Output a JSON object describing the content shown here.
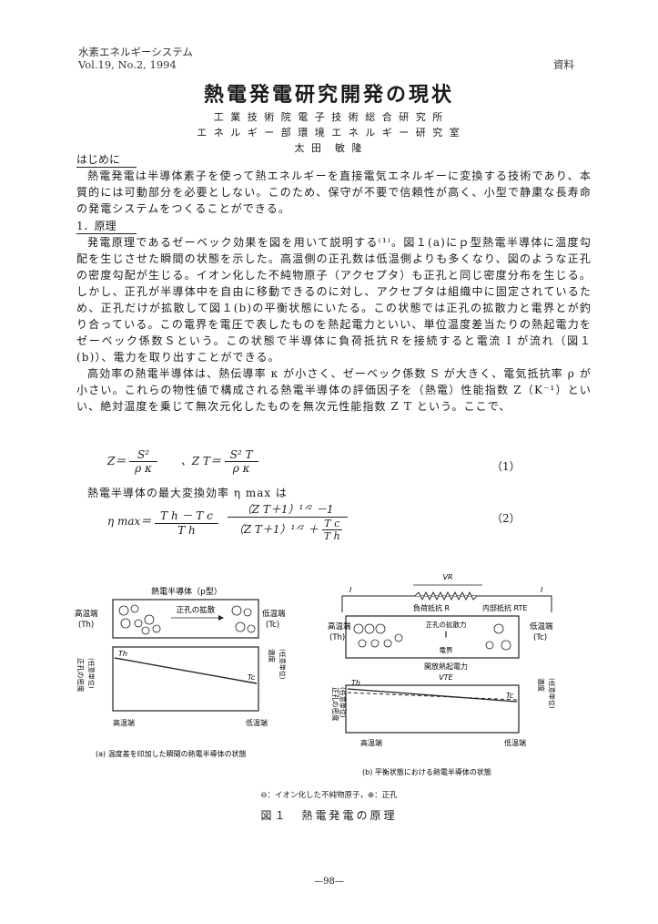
{
  "header": {
    "journal": "水素エネルギーシステム",
    "volume": "Vol.19, No.2, 1994",
    "category": "資料"
  },
  "article": {
    "title": "熱電発電研究開発の現状",
    "affiliation1": "工 業 技 術 院 電 子 技 術 総 合 研 究 所",
    "affiliation2": "エ ネ ル ギ ー 部 環 境 エ ネ ル ギ ー 研 究 室",
    "author": "太 田　敏 隆"
  },
  "intro": {
    "heading": "はじめに",
    "text": "熱電発電は半導体素子を使って熱エネルギーを直接電気エネルギーに変換する技術であり、本質的には可動部分を必要としない。このため、保守が不要で信頼性が高く、小型で静粛な長寿命の発電システムをつくることができる。"
  },
  "principle": {
    "heading": "1．原理",
    "p1": "発電原理であるゼーベック効果を図を用いて説明する⁽¹⁾。図１(a)にｐ型熱電半導体に温度勾配を生じさせた瞬間の状態を示した。高温側の正孔数は低温側よりも多くなり、図のような正孔の密度勾配が生じる。イオン化した不純物原子（アクセプタ）も正孔と同じ密度分布を生じる。しかし、正孔が半導体中を自由に移動できるのに対し、アクセプタは組織中に固定されているため、正孔だけが拡散して図１(b)の平衡状態にいたる。この状態では正孔の拡散力と電界とが釣り合っている。この電界を電圧で表したものを熱起電力といい、単位温度差当たりの熱起電力をゼーベック係数Ｓという。この状態で半導体に負荷抵抗Ｒを接続すると電流 I が流れ（図１(b)）、電力を取り出すことができる。",
    "p2": "高効率の熱電半導体は、熱伝導率 κ が小さく、ゼーベック係数 S が大きく、電気抵抗率 ρ が小さい。これらの物性値で構成される熱電半導体の評価因子を（熱電）性能指数 Z（K⁻¹）といい、絶対温度を乗じて無次元化したものを無次元性能指数 Z T という。ここで、"
  },
  "equations": {
    "eq1_z_lhs": "Z＝",
    "eq1_z_num": "S²",
    "eq1_z_den": "ρ κ",
    "eq1_sep": "、Z T＝",
    "eq1_zt_num": "S² T",
    "eq1_zt_den": "ρ κ",
    "eq1_num": "（1）",
    "eq2_intro": "熱電半導体の最大変換効率 η max は",
    "eq2_lhs": "η max＝",
    "eq2_f1_num": "T h － T c",
    "eq2_f1_den": "T h",
    "eq2_f2_num": "（Z T＋1）¹ᐟ² －1",
    "eq2_f2_den_a": "（Z T＋1）¹ᐟ² ＋",
    "eq2_tc": "T c",
    "eq2_th": "T h",
    "eq2_num": "（2）"
  },
  "figure_a": {
    "label": "熱電半導体（p型）",
    "hot_end": "高温端",
    "hot_sym": "(Th)",
    "cold_end": "低温端",
    "cold_sym": "(Tc)",
    "diffusion": "正孔の拡散",
    "y_left": "正孔の密度",
    "y_left_sub": "(任意単位)",
    "y_right": "温度",
    "y_right_sub": "(任意単位)",
    "th": "Th",
    "tc": "Tc",
    "x_hot": "高温端",
    "x_cold": "低温端",
    "caption": "(a) 温度差を印加した瞬間の熱電半導体の状態"
  },
  "figure_b": {
    "vr": "VR",
    "current_l": "I",
    "current_r": "I",
    "load": "負荷抵抗 R",
    "internal": "内部抵抗 RTE",
    "diffusion": "正孔の拡散力",
    "field": "電界",
    "eq_sign": "∥",
    "hot_end": "高温端",
    "hot_sym": "(Th)",
    "cold_end": "低温端",
    "cold_sym": "(Tc)",
    "open_emf": "開放熱起電力",
    "vte": "VTE",
    "y_left": "正孔の密度",
    "y_left_sub": "(任意単位)",
    "y_right": "温度",
    "y_right_sub": "(任意単位)",
    "th": "Th",
    "tc": "Tc",
    "x_hot": "高温端",
    "x_cold": "低温端",
    "caption": "(b) 平衡状態における熱電半導体の状態"
  },
  "legend": "⊖：イオン化した不純物原子，⊕：正孔",
  "figure_title": "図１　熱電発電の原理",
  "page_number": "—98—"
}
